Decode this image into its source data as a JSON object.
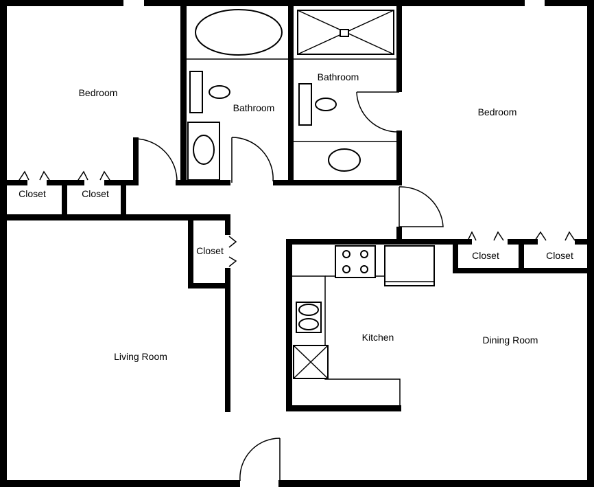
{
  "rooms": {
    "bedroom_left": "Bedroom",
    "bathroom_left": "Bathroom",
    "bathroom_right": "Bathroom",
    "bedroom_right": "Bedroom",
    "closet_1": "Closet",
    "closet_2": "Closet",
    "closet_3": "Closet",
    "closet_4": "Closet",
    "closet_5": "Closet",
    "living_room": "Living Room",
    "kitchen": "Kitchen",
    "dining_room": "Dining Room"
  }
}
